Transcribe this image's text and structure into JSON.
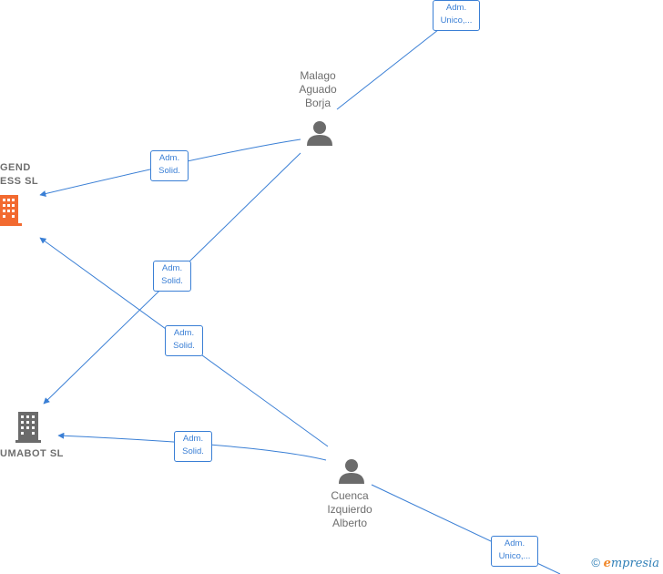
{
  "people": [
    {
      "id": "malago",
      "lines": [
        "Malago",
        "Aguado",
        "Borja"
      ]
    },
    {
      "id": "cuenca",
      "lines": [
        "Cuenca",
        "Izquierdo",
        "Alberto"
      ]
    }
  ],
  "companies": [
    {
      "id": "top-company",
      "lines": [
        "GEND",
        "ESS  SL"
      ],
      "color": "#f26a30"
    },
    {
      "id": "umabot",
      "lines": [
        "UMABOT  SL"
      ],
      "color": "#6b6b6b"
    }
  ],
  "edge_labels": [
    {
      "id": "e1",
      "lines": [
        "Adm.",
        "Unico,..."
      ]
    },
    {
      "id": "e2",
      "lines": [
        "Adm.",
        "Solid."
      ]
    },
    {
      "id": "e3",
      "lines": [
        "Adm.",
        "Solid."
      ]
    },
    {
      "id": "e4",
      "lines": [
        "Adm.",
        "Solid."
      ]
    },
    {
      "id": "e5",
      "lines": [
        "Adm.",
        "Solid."
      ]
    },
    {
      "id": "e6",
      "lines": [
        "Adm.",
        "Unico,..."
      ]
    }
  ],
  "watermark": {
    "copyright": "©",
    "brand_first": "e",
    "brand_rest": "mpresia"
  },
  "colors": {
    "edge": "#3a7fd5",
    "person": "#6b6b6b",
    "company_highlight": "#f26a30",
    "company": "#6b6b6b"
  }
}
